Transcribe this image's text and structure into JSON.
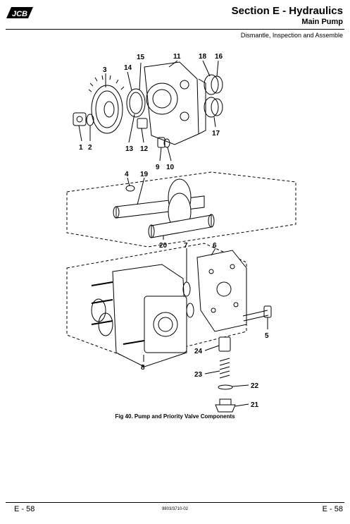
{
  "header": {
    "logo_text": "JCB",
    "section_title": "Section E - Hydraulics",
    "subsection": "Main Pump",
    "description": "Dismantle, Inspection and Assemble"
  },
  "figure": {
    "caption": "Fig 40. Pump and Priority Valve Components",
    "callouts": [
      "1",
      "2",
      "3",
      "4",
      "5",
      "6",
      "7",
      "8",
      "10",
      "11",
      "12",
      "13",
      "14",
      "15",
      "16",
      "17",
      "18",
      "19",
      "20",
      "21",
      "22",
      "23",
      "24",
      "9"
    ]
  },
  "footer": {
    "page_left": "E - 58",
    "doc_number": "9803/3710-02",
    "page_right": "E - 58"
  }
}
